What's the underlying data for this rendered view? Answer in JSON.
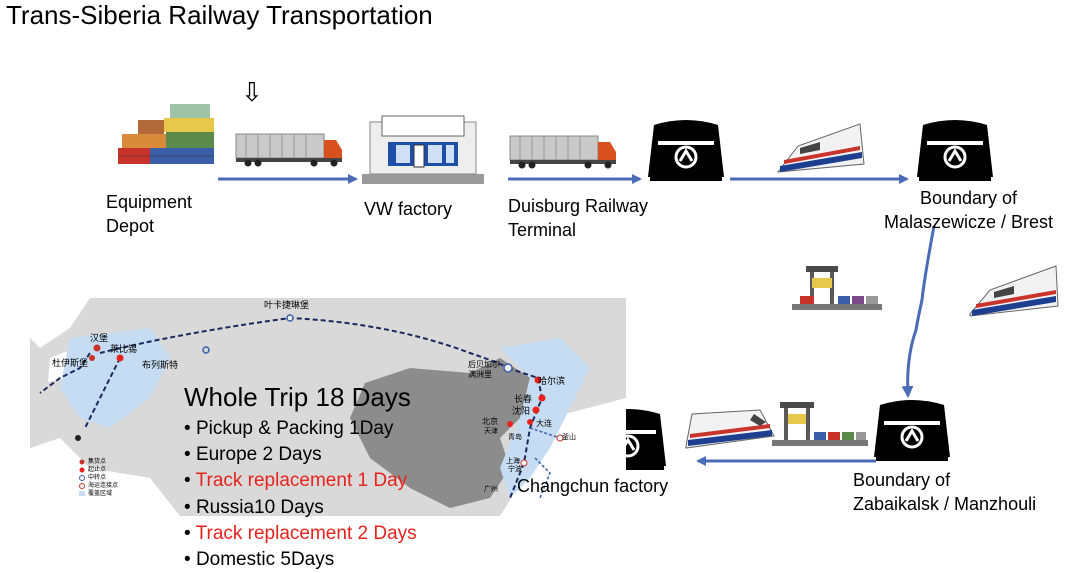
{
  "title": "Trans-Siberia Railway Transportation",
  "nodes": {
    "equipment_depot": "Equipment\nDepot",
    "vw_factory": "VW factory",
    "duisburg": "Duisburg Railway\nTerminal",
    "malaszewicze": "Boundary of\nMalaszewicze / Brest",
    "zabaikalsk": "Boundary of\nZabaikalsk / Manzhouli",
    "changchun": "Changchun  factory"
  },
  "pointer_glyph": "⇩",
  "trip": {
    "title": "Whole Trip 18 Days",
    "items": [
      {
        "text": "Pickup & Packing 1Day",
        "color": "#000000"
      },
      {
        "text": "Europe 2 Days",
        "color": "#000000"
      },
      {
        "text": "Track replacement 1 Day",
        "color": "#e8221c"
      },
      {
        "text": "Russia10 Days",
        "color": "#000000"
      },
      {
        "text": "Track replacement 2 Days",
        "color": "#e8221c"
      },
      {
        "text": "Domestic 5Days",
        "color": "#000000"
      }
    ]
  },
  "map_labels": {
    "yekaterinburg": "叶卡捷琳堡",
    "hamburg": "汉堡",
    "liege": "莱比锡",
    "duisburg_cn": "杜伊斯堡",
    "brest_cn": "布列斯特",
    "manzhouli": "后贝加尔\n满洲里",
    "harbin": "哈尔滨",
    "changchun_cn": "长春",
    "shenyang": "沈阳",
    "beijing": "北京",
    "tianjin": "天津",
    "dalian": "大连",
    "qingdao": "青岛",
    "busan": "釜山",
    "shanghai": "上海",
    "ningbo": "宁波",
    "guangzhou": "广州"
  },
  "map_legend": [
    "集货点",
    "起止点",
    "中转点",
    "海运连接点",
    "覆盖区域"
  ],
  "colors": {
    "arrow": "#4a6bb5",
    "accent_red": "#e8221c",
    "china_fill": "#8c8c8c",
    "map_land": "#d9d9d9",
    "asia_highlight": "#c6dcf2"
  }
}
